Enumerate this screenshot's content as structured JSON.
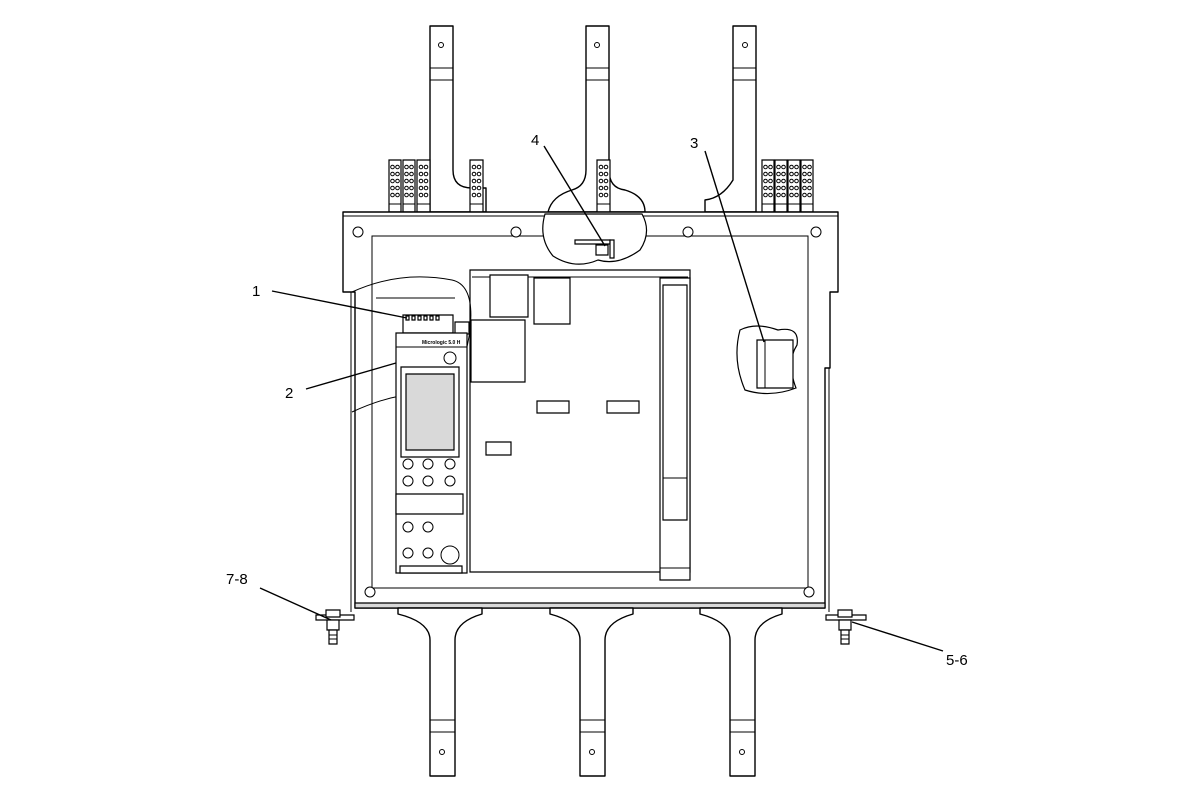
{
  "callouts": {
    "c1": "1",
    "c2": "2",
    "c3": "3",
    "c4": "4",
    "c56": "5-6",
    "c78": "7-8"
  },
  "trip_unit": {
    "brand": "Micrologic 5.0 H"
  },
  "colors": {
    "line": "#000000",
    "background": "#ffffff",
    "shade": "#d9d9d9"
  }
}
